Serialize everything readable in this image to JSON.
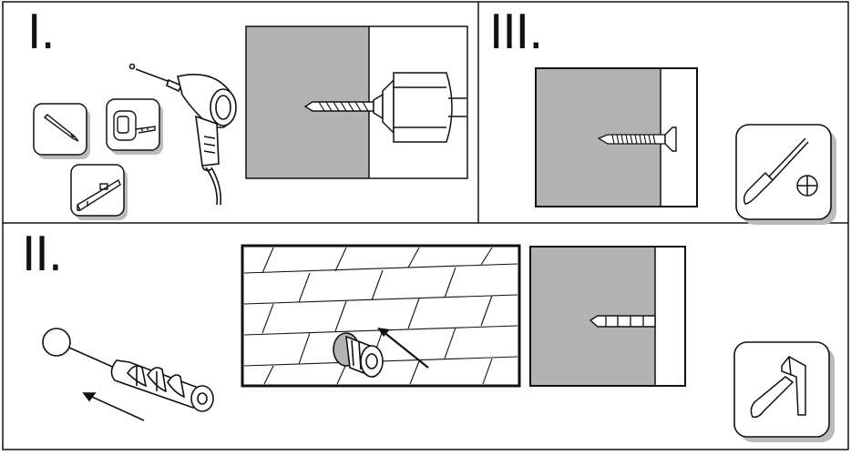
{
  "steps": [
    {
      "label": "I."
    },
    {
      "label": "II."
    },
    {
      "label": "III."
    }
  ],
  "icons": [
    "pencil-icon",
    "tape-measure-icon",
    "spirit-level-icon",
    "drill-icon",
    "wall-plug-icon",
    "screwdriver-icon",
    "hammer-icon"
  ],
  "colors": {
    "wall": "#b3b3b3",
    "line": "#111111",
    "background": "#ffffff"
  }
}
